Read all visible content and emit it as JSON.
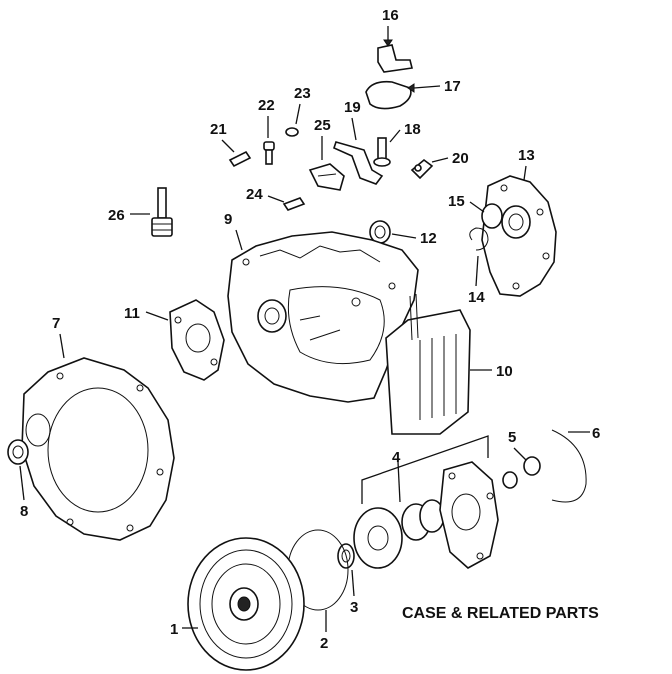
{
  "caption": "CASE & RELATED PARTS",
  "callouts": [
    "1",
    "2",
    "3",
    "4",
    "5",
    "6",
    "7",
    "8",
    "9",
    "10",
    "11",
    "12",
    "13",
    "14",
    "15",
    "16",
    "17",
    "18",
    "19",
    "20",
    "21",
    "22",
    "23",
    "24",
    "25",
    "26"
  ],
  "parts": {
    "torque_converter": "1",
    "o_ring": "2",
    "seal_small": "3",
    "pump_assembly": "4",
    "washer_5": "5",
    "snap_ring_6": "6",
    "converter_housing": "7",
    "axle_seal_8": "8",
    "transaxle_case": "9",
    "oil_pan": "10",
    "side_cover_11": "11",
    "seal_12": "12",
    "end_cover_13": "13",
    "snap_ring_14": "14",
    "seal_15": "15",
    "bracket_16": "16",
    "sensor_17": "17",
    "valve_18": "18",
    "lever_19": "19",
    "sensor_20": "20",
    "pin_21": "21",
    "plug_22": "22",
    "spring_23": "23",
    "pin_24": "24",
    "mount_25": "25",
    "speedo_gear_26": "26"
  }
}
